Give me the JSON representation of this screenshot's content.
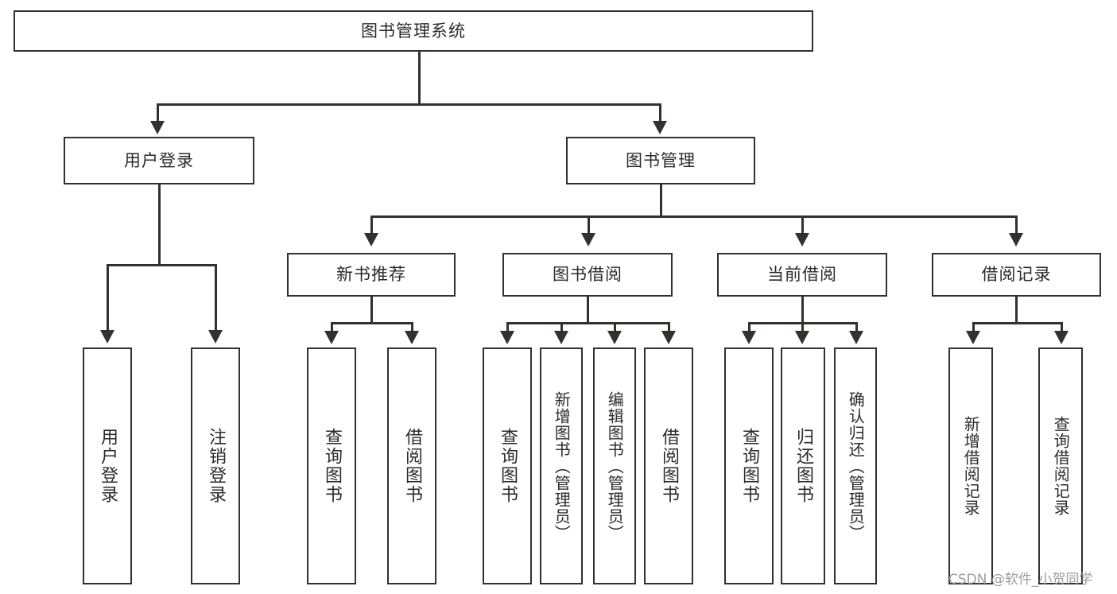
{
  "diagram": {
    "type": "tree",
    "title": "图书管理系统",
    "root": {
      "label": "图书管理系统"
    },
    "level2": [
      {
        "id": "user-login",
        "label": "用户登录"
      },
      {
        "id": "book-management",
        "label": "图书管理"
      }
    ],
    "level3": [
      {
        "id": "new-book-recommend",
        "label": "新书推荐",
        "parent": "book-management"
      },
      {
        "id": "book-borrow",
        "label": "图书借阅",
        "parent": "book-management"
      },
      {
        "id": "current-borrow",
        "label": "当前借阅",
        "parent": "book-management"
      },
      {
        "id": "borrow-record",
        "label": "借阅记录",
        "parent": "book-management"
      }
    ],
    "leaves": {
      "user_login": [
        {
          "id": "leaf-user-login",
          "label": "用户登录"
        },
        {
          "id": "leaf-user-logout",
          "label": "注销登录"
        }
      ],
      "new_book_recommend": [
        {
          "id": "leaf-query-book-1",
          "label": "查询图书"
        },
        {
          "id": "leaf-borrow-book-1",
          "label": "借阅图书"
        }
      ],
      "book_borrow": [
        {
          "id": "leaf-query-book-2",
          "label": "查询图书"
        },
        {
          "id": "leaf-add-book",
          "label": "新增图书（管理员）"
        },
        {
          "id": "leaf-edit-book",
          "label": "编辑图书（管理员）"
        },
        {
          "id": "leaf-borrow-book-2",
          "label": "借阅图书"
        }
      ],
      "current_borrow": [
        {
          "id": "leaf-query-book-3",
          "label": "查询图书"
        },
        {
          "id": "leaf-return-book",
          "label": "归还图书"
        },
        {
          "id": "leaf-confirm-return",
          "label": "确认归还（管理员）"
        }
      ],
      "borrow_record": [
        {
          "id": "leaf-add-record",
          "label": "新增借阅记录"
        },
        {
          "id": "leaf-query-record",
          "label": "查询借阅记录"
        }
      ]
    }
  },
  "watermark": {
    "text": "CSDN @软件_小贺同学"
  },
  "colors": {
    "stroke": "#33302f",
    "text": "#2b2b2b",
    "background": "#ffffff",
    "watermark": "#9d9d9d"
  }
}
